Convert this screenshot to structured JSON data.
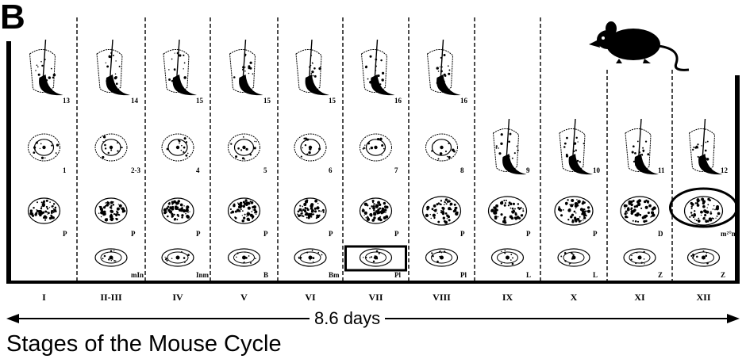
{
  "panel_letter": "B",
  "duration_label": "8.6 days",
  "caption": "Stages of the Mouse Cycle",
  "stages": [
    {
      "label": "I"
    },
    {
      "label": "II-III"
    },
    {
      "label": "IV"
    },
    {
      "label": "V"
    },
    {
      "label": "VI"
    },
    {
      "label": "VII"
    },
    {
      "label": "VIII"
    },
    {
      "label": "IX"
    },
    {
      "label": "X"
    },
    {
      "label": "XI"
    },
    {
      "label": "XII"
    }
  ],
  "rows": {
    "spermatid_elongated": [
      "13",
      "14",
      "15",
      "15",
      "15",
      "16",
      "16"
    ],
    "spermatid_round": [
      "1",
      "2-3",
      "4",
      "5",
      "6",
      "7",
      "8",
      "9",
      "10",
      "11",
      "12"
    ],
    "spermatocyte": [
      "P",
      "P",
      "P",
      "P",
      "P",
      "P",
      "P",
      "P",
      "P",
      "D",
      "m²°m"
    ],
    "spermatogonia": [
      "",
      "mIn",
      "Inm",
      "B",
      "Bm",
      "Pl",
      "Pl",
      "L",
      "L",
      "Z",
      "Z"
    ]
  },
  "icons": [
    "mouse-icon"
  ]
}
